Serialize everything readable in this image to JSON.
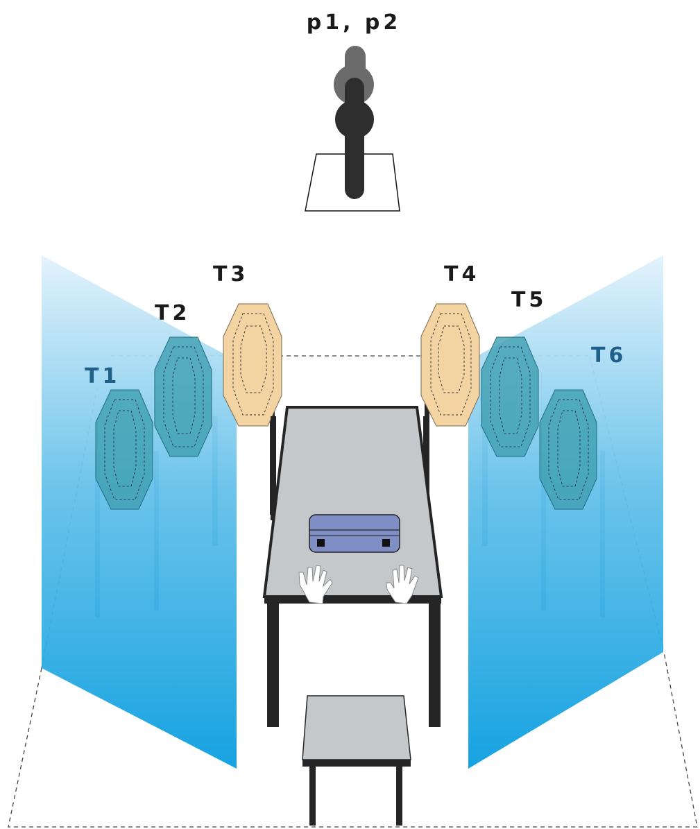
{
  "shooter": {
    "label": "p1, p2",
    "colors": {
      "front": "#2e2e2e",
      "back": "#6b6b6b"
    }
  },
  "targets": [
    {
      "id": "T1",
      "kind": "no-shoot",
      "label_color": "#1f5f8a"
    },
    {
      "id": "T2",
      "kind": "no-shoot",
      "label_color": "#1a1a1a"
    },
    {
      "id": "T3",
      "kind": "shoot",
      "label_color": "#1a1a1a"
    },
    {
      "id": "T4",
      "kind": "shoot",
      "label_color": "#1a1a1a"
    },
    {
      "id": "T5",
      "kind": "no-shoot",
      "label_color": "#1a1a1a"
    },
    {
      "id": "T6",
      "kind": "no-shoot",
      "label_color": "#1f5f8a"
    }
  ],
  "props": {
    "table": "table",
    "case": "case",
    "gloves": "gloves",
    "stool": "stool",
    "walls": "wall"
  },
  "colors": {
    "wall_top": "#e2f2fb",
    "wall_bottom": "#0aa0e0",
    "no_shoot": "#3f9fb0",
    "shoot": "#f3d3a1",
    "table_top": "#c5c8ca",
    "legs": "#252525",
    "case": "#7f8fc6",
    "dashed": "#444444"
  }
}
